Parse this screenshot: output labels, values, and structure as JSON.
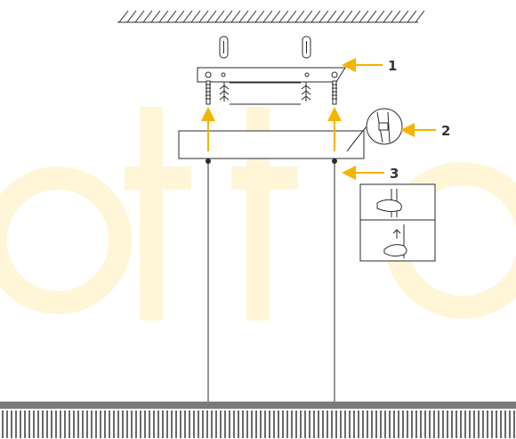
{
  "callouts": [
    {
      "number": "1"
    },
    {
      "number": "2"
    },
    {
      "number": "3"
    }
  ],
  "colors": {
    "arrow": "#f5b400",
    "line": "#2b2b2b",
    "watermark": "#fff6d8",
    "ground": "#7a7a7a"
  }
}
